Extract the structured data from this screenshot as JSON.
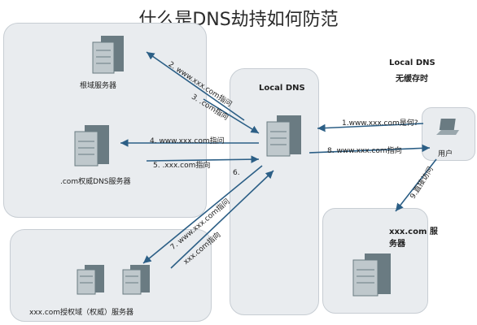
{
  "title": "什么是DNS劫持如何防范",
  "legend": {
    "line1": "Local DNS",
    "line2": "无缓存时"
  },
  "panels": {
    "local_dns_title": "Local DNS",
    "user_label": "用户",
    "xxx_server_label_1": "xxx.com 服",
    "xxx_server_label_2": "务器",
    "root_server_label": "根域服务器",
    "com_server_label": ".com权威DNS服务器",
    "auth_server_label": "xxx.com授权域（权威）服务器"
  },
  "arrows": {
    "a1": "1.www.xxx.com是何?",
    "a2": "2. www.xxx.com指问",
    "a3": "3. .com指向",
    "a4": "4. www.xxx.com指问",
    "a5": "5. .xxx.com指向",
    "a6": "6.",
    "a7": "7. www.xxx.com指问",
    "a7b": "xxx.com指向",
    "a8": "8. www.xxx.com指向",
    "a9": "9.直接访问"
  },
  "colors": {
    "arrow": "#2c5f86",
    "panel": "#e9ecef",
    "server": "#6a7b82",
    "server_light": "#bfc8cc"
  }
}
